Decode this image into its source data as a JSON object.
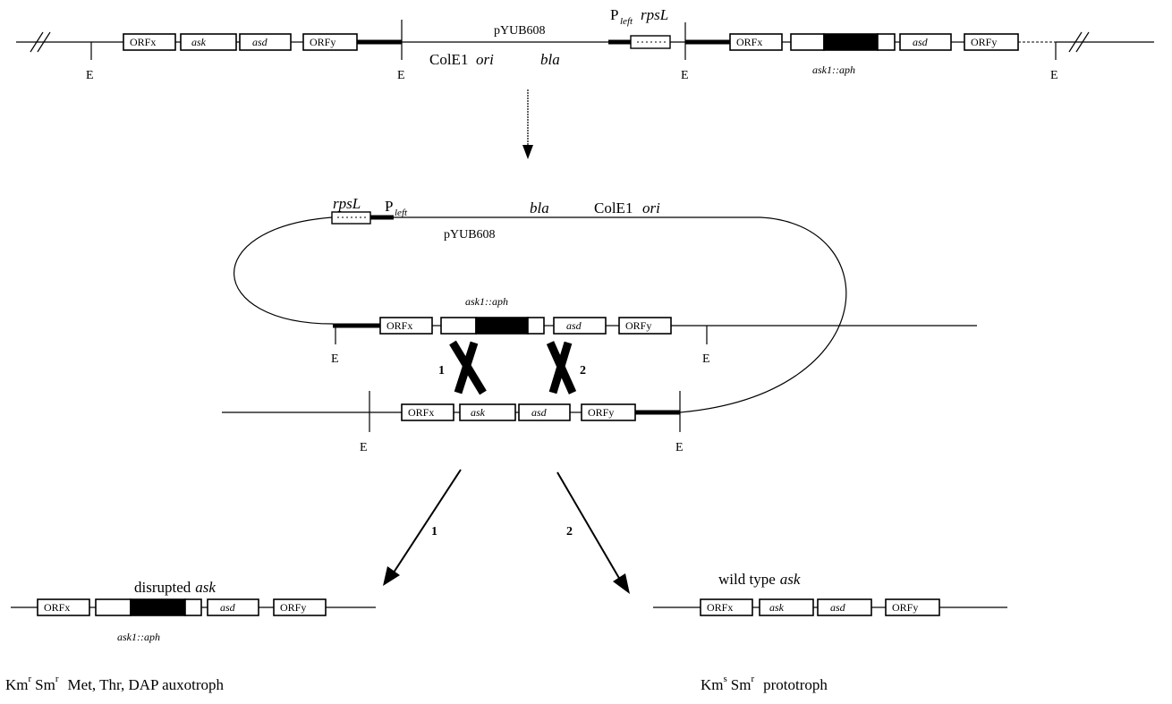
{
  "labels": {
    "orfx": "ORFx",
    "orfy": "ORFy",
    "ask": "ask",
    "asd": "asd",
    "E": "E",
    "pyub": "pYUB608",
    "p": "P",
    "left": "left",
    "rpsl": "rpsL",
    "cole1": "ColE1",
    "ori": "ori",
    "bla": "bla",
    "ask1aph": "ask1::aph",
    "one": "1",
    "two": "2",
    "disrupted": "disrupted",
    "wildtype": "wild type",
    "km": "Km",
    "sm": "Sm",
    "sup_r": "r",
    "sup_s": "s",
    "auxotroph_text": "Met, Thr, DAP auxotroph",
    "prototroph_text": "prototroph"
  }
}
